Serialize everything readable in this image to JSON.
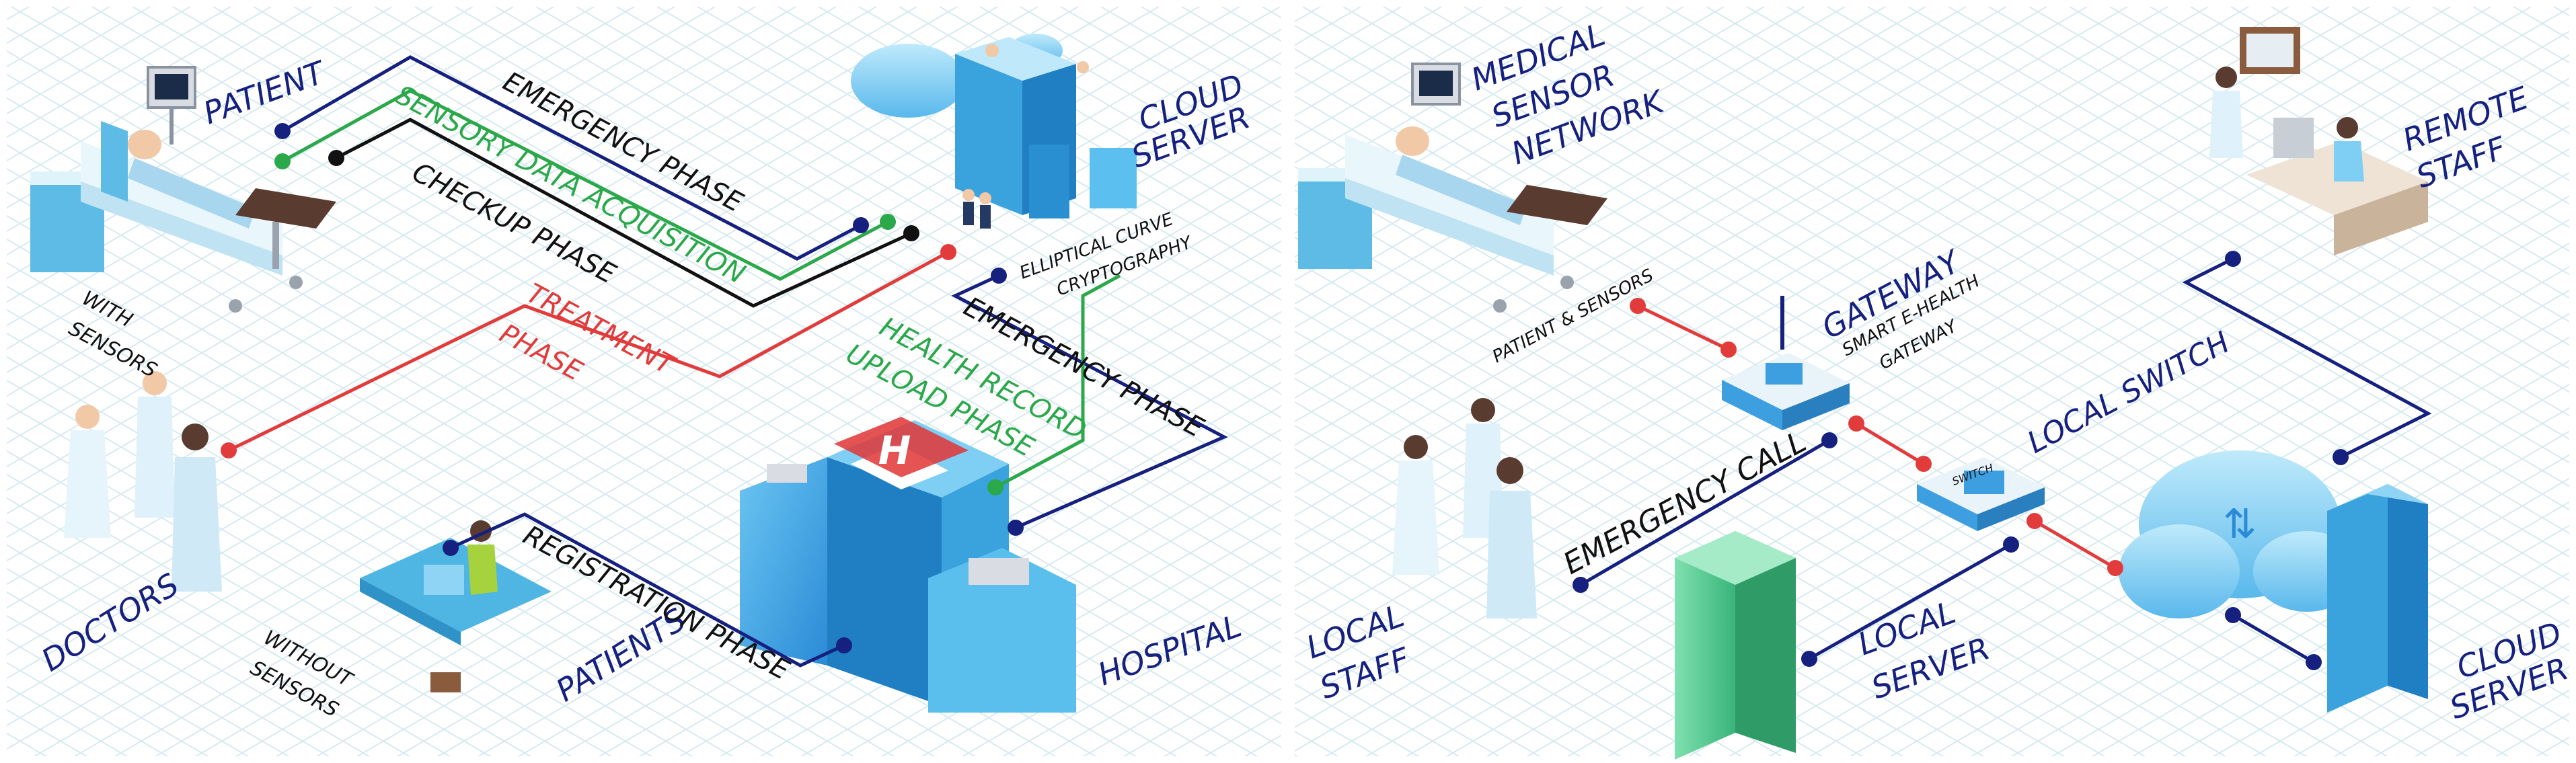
{
  "colors": {
    "navy": "#15207f",
    "green": "#2aa84a",
    "black": "#111111",
    "red": "#e23b3b",
    "grid": "#d6eaf0",
    "device_blue": "#3d9fe0",
    "cloud_blue": "#8fd3f5",
    "server_green": "#5fd39a"
  },
  "left": {
    "nodes": {
      "patient": "PATIENT",
      "with_sensors": [
        "WITH",
        "SENSORS"
      ],
      "cloud_server": [
        "CLOUD",
        "SERVER"
      ],
      "crypto": [
        "ELLIPTICAL CURVE",
        "CRYPTOGRAPHY"
      ],
      "doctors": "DOCTORS",
      "without_sensors": [
        "WITHOUT",
        "SENSORS"
      ],
      "patients": "PATIENTS",
      "hospital": "HOSPITAL"
    },
    "phases": {
      "emergency_top": "EMERGENCY PHASE",
      "sensory": "SENSORY DATA ACQUISITION",
      "checkup": "CHECKUP PHASE",
      "treatment": [
        "TREATMENT",
        "PHASE"
      ],
      "health_record": [
        "HEALTH RECORD",
        "UPLOAD PHASE"
      ],
      "emergency_right": "EMERGENCY PHASE",
      "registration": "REGISTRATION PHASE"
    },
    "hospital_sign": "H"
  },
  "right": {
    "nodes": {
      "medical_sensor_network": [
        "MEDICAL",
        "SENSOR",
        "NETWORK"
      ],
      "patient_sensors": "PATIENT & SENSORS",
      "gateway": "GATEWAY",
      "smart_gateway": [
        "SMART E-HEALTH",
        "GATEWAY"
      ],
      "remote_staff": [
        "REMOTE",
        "STAFF"
      ],
      "local_switch": "LOCAL SWITCH",
      "switch_tag": "SWITCH",
      "emergency_call": "EMERGENCY CALL",
      "local_staff": [
        "LOCAL",
        "STAFF"
      ],
      "local_server": [
        "LOCAL",
        "SERVER"
      ],
      "cloud_server": [
        "CLOUD",
        "SERVER"
      ]
    }
  }
}
